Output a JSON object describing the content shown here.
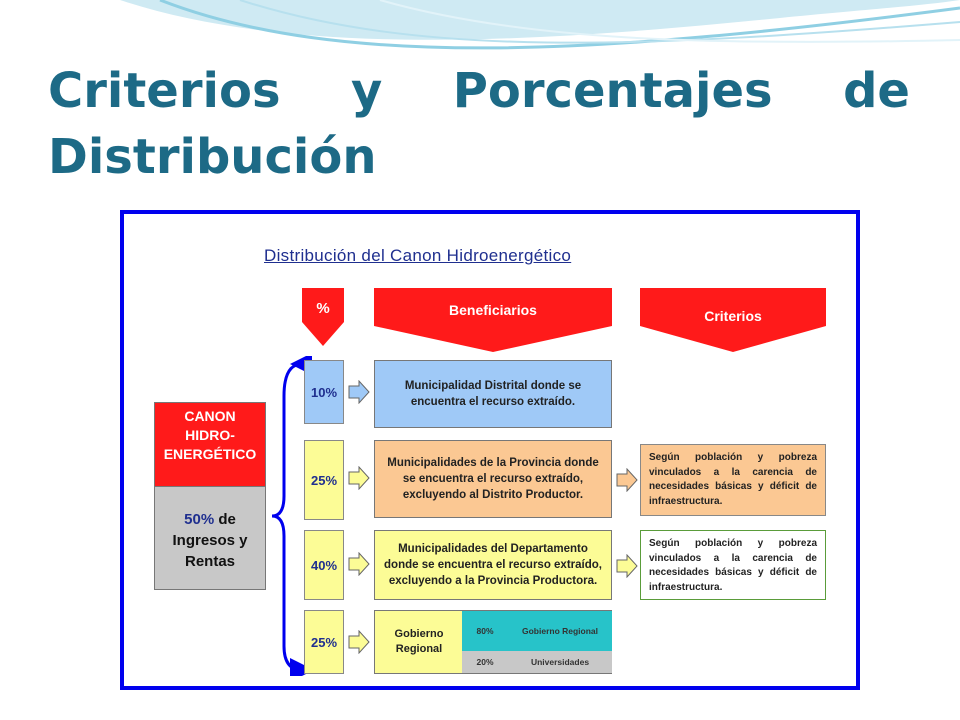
{
  "slide": {
    "title_line1_words": [
      "Criterios",
      "y",
      "Porcentajes",
      "de"
    ],
    "title_line2": "Distribución"
  },
  "colors": {
    "title": "#1d6a86",
    "frame": "#0000ee",
    "header_red": "#ff1a1a",
    "blue_fill": "#9fc9f7",
    "orange_fill": "#fbc893",
    "yellow_fill": "#fcfc96",
    "teal_fill": "#27c3c9",
    "gray_fill": "#c8c8c8"
  },
  "diagram": {
    "title": "Distribución del Canon Hidroenergético",
    "headers": {
      "percent": "%",
      "beneficiaries": "Beneficiarios",
      "criteria": "Criterios"
    },
    "source": {
      "top_lines": [
        "CANON",
        "HIDRO-",
        "ENERGÉTICO"
      ],
      "pct": "50%",
      "after_pct": " de",
      "line2": "Ingresos y",
      "line3": "Rentas"
    },
    "rows": [
      {
        "percent": "10%",
        "beneficiary": "Municipalidad Distrital donde se encuentra el recurso extraído.",
        "criteria": ""
      },
      {
        "percent": "25%",
        "beneficiary": "Municipalidades de la Provincia donde se encuentra el recurso extraído, excluyendo al Distrito Productor.",
        "criteria": "Según población y pobreza vinculados a la carencia de necesidades básicas y déficit de infraestructura."
      },
      {
        "percent": "40%",
        "beneficiary": "Municipalidades del Departamento donde se encuentra el recurso extraído, excluyendo a la Provincia Productora.",
        "criteria": "Según población y pobreza vinculados a la carencia de necesidades básicas y déficit de infraestructura."
      },
      {
        "percent": "25%",
        "beneficiary": "Gobierno Regional",
        "criteria": ""
      }
    ],
    "regional_split": [
      {
        "percent": "80%",
        "name": "Gobierno Regional"
      },
      {
        "percent": "20%",
        "name": "Universidades"
      }
    ]
  }
}
